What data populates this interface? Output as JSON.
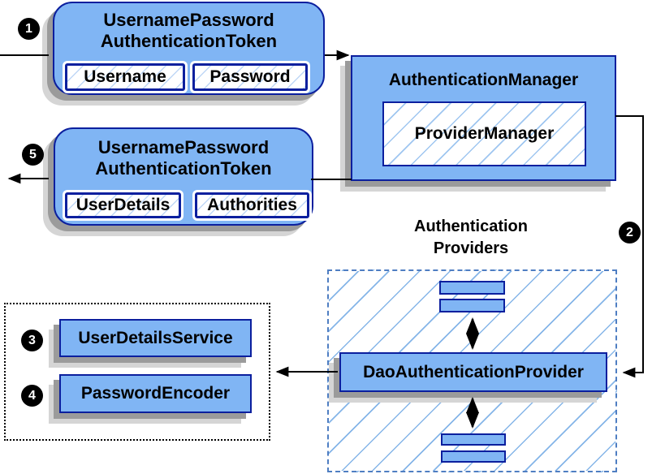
{
  "colors": {
    "box_fill": "#80B5F4",
    "box_border": "#0B1F9E",
    "hatch_light": "#BFD7F6",
    "hatch_mid": "#9FC6F0",
    "hatch_area": "#85B5E8",
    "dash_border": "#4F7EC2",
    "shadow_dark": "#9B9B9B",
    "shadow_light": "#D5D5D5",
    "arrow": "#000000",
    "text": "#000000"
  },
  "steps": [
    "1",
    "2",
    "3",
    "4",
    "5"
  ],
  "token_request": {
    "title_line1": "UsernamePassword",
    "title_line2": "AuthenticationToken",
    "fields": [
      "Username",
      "Password"
    ]
  },
  "auth_manager": {
    "title": "AuthenticationManager",
    "inner": "ProviderManager"
  },
  "token_response": {
    "title_line1": "UsernamePassword",
    "title_line2": "AuthenticationToken",
    "fields": [
      "UserDetails",
      "Authorities"
    ]
  },
  "providers": {
    "label_line1": "Authentication",
    "label_line2": "Providers",
    "main_provider": "DaoAuthenticationProvider"
  },
  "services": {
    "user_details_service": "UserDetailsService",
    "password_encoder": "PasswordEncoder"
  }
}
